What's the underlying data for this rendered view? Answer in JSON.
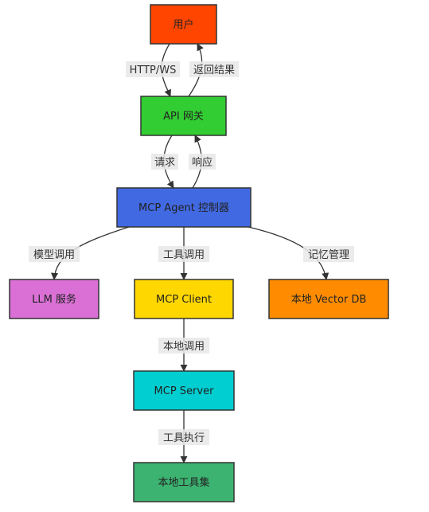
{
  "nodes": {
    "user": {
      "label": "用户",
      "color": "#ff4500"
    },
    "gateway": {
      "label": "API 网关",
      "color": "#32cd32"
    },
    "agent": {
      "label": "MCP Agent 控制器",
      "color": "#4169e1"
    },
    "llm": {
      "label": "LLM 服务",
      "color": "#da70d6"
    },
    "client": {
      "label": "MCP Client",
      "color": "#ffd700"
    },
    "vector_db": {
      "label": "本地 Vector DB",
      "color": "#ff8c00"
    },
    "server": {
      "label": "MCP Server",
      "color": "#00ced1"
    },
    "toolset": {
      "label": "本地工具集",
      "color": "#3cb371"
    }
  },
  "edges": {
    "user_to_gateway": "HTTP/WS",
    "gateway_to_user": "返回结果",
    "gateway_to_agent": "请求",
    "agent_to_gateway": "响应",
    "agent_to_llm": "模型调用",
    "agent_to_client": "工具调用",
    "agent_to_vector": "记忆管理",
    "client_to_server": "本地调用",
    "server_to_toolset": "工具执行"
  }
}
